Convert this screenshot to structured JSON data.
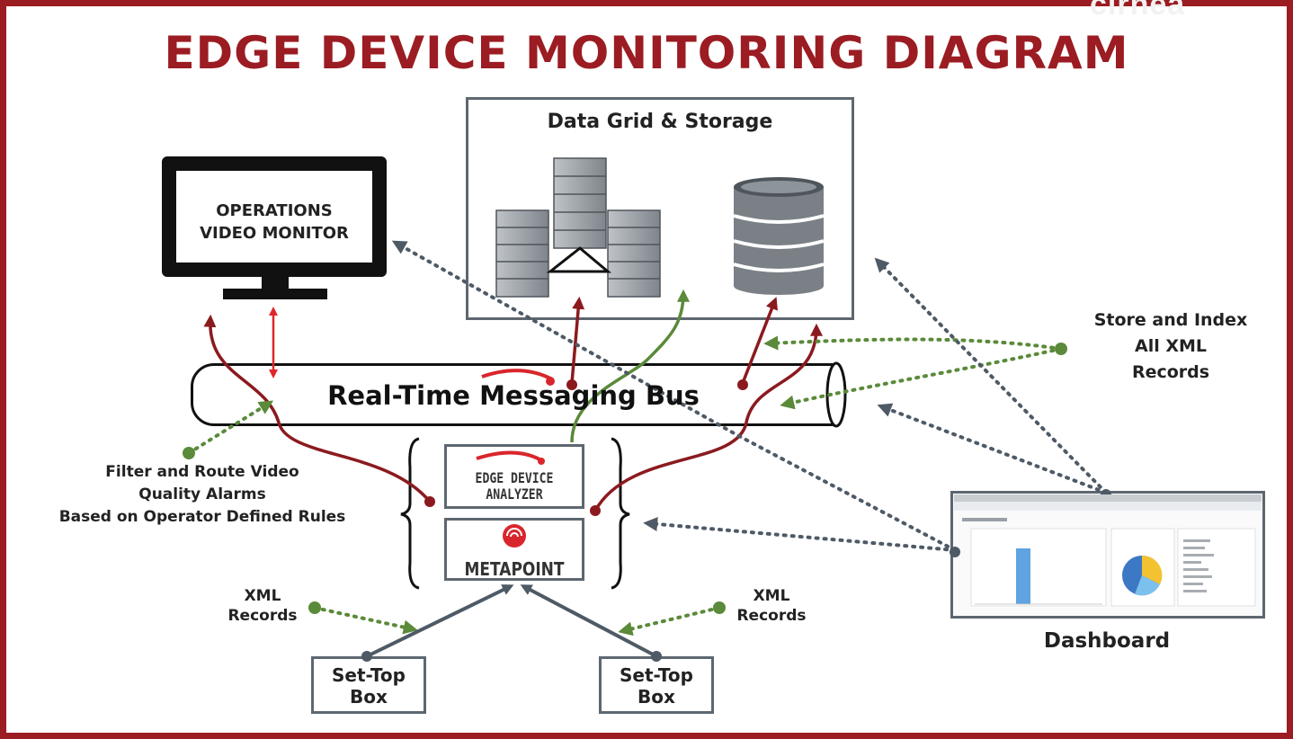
{
  "title": "EDGE DEVICE MONITORING DIAGRAM",
  "watermark": "cirnea",
  "storage": {
    "title": "Data Grid & Storage"
  },
  "monitor": {
    "line1": "OPERATIONS",
    "line2": "VIDEO MONITOR"
  },
  "bus": {
    "label": "Real-Time Messaging Bus"
  },
  "analyzer": {
    "line1": "EDGE DEVICE",
    "line2": "ANALYZER"
  },
  "metapoint": {
    "label": "METAPOINT"
  },
  "set_top_box": {
    "line1": "Set-Top",
    "line2": "Box"
  },
  "xml_records": {
    "line1": "XML",
    "line2": "Records"
  },
  "filter_note": {
    "line1": "Filter and Route Video",
    "line2": "Quality Alarms",
    "line3": "Based on Operator Defined Rules"
  },
  "store_note": {
    "line1": "Store and Index",
    "line2": "All XML",
    "line3": "Records"
  },
  "dashboard": {
    "label": "Dashboard"
  },
  "colors": {
    "brand_red": "#9b1c22",
    "arrow_red": "#8b1a1f",
    "arrow_green": "#5a8a3a",
    "arrow_gray": "#4e5a66",
    "box_border": "#5e6770"
  }
}
